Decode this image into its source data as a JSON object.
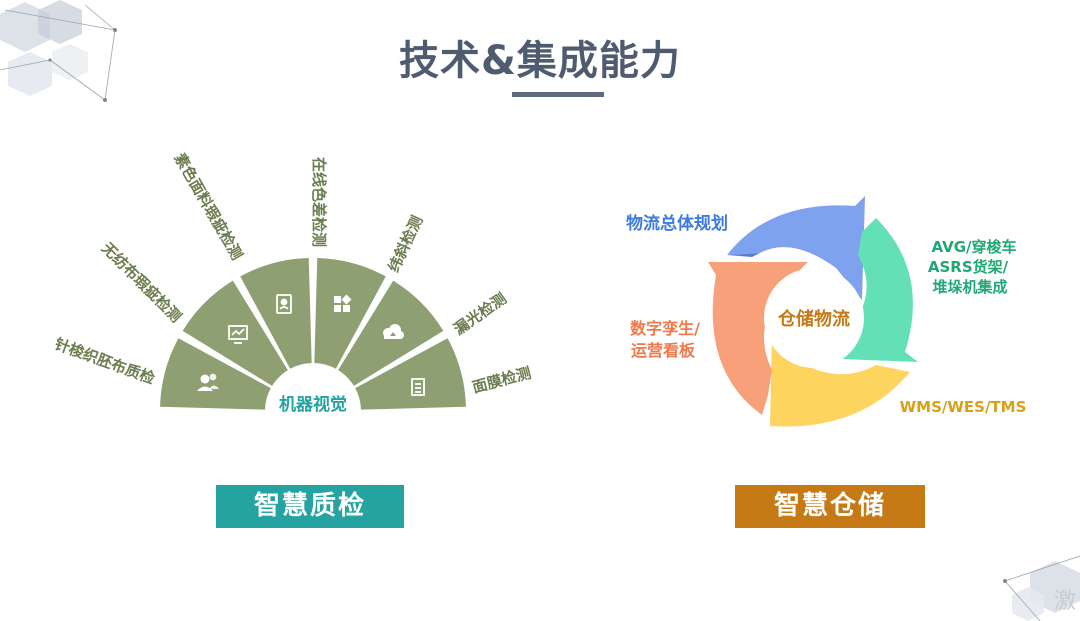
{
  "title": "技术&集成能力",
  "left": {
    "center_label": "机器视觉",
    "items": [
      "针梭织胚布质检",
      "无纺布瑕疵检测",
      "素色面料瑕疵检测",
      "在线色差检测",
      "纬斜检测",
      "漏光检测",
      "面膜检测"
    ],
    "badge": "智慧质检"
  },
  "right": {
    "center_label": "仓储物流",
    "labels": {
      "top": "物流总体规划",
      "right": [
        "AVG/穿梭车",
        "ASRS货架/",
        "堆垛机集成"
      ],
      "bottom": "WMS/WES/TMS",
      "left": [
        "数字孪生/",
        "运营看板"
      ]
    },
    "badge": "智慧仓储"
  },
  "watermark": "激",
  "colors": {
    "sage": "#8e9f72",
    "label_green": "#6b7d4e",
    "blue": "#7fa2ee",
    "green": "#63e0b6",
    "yellow": "#fcd45e",
    "orange": "#f7a07a",
    "teal_badge": "#25a3a0",
    "orange_badge": "#c57a16"
  },
  "icons": [
    "users-icon",
    "monitor-chart-icon",
    "contact-card-icon",
    "grid-icon",
    "cloud-upload-icon",
    "document-icon"
  ]
}
